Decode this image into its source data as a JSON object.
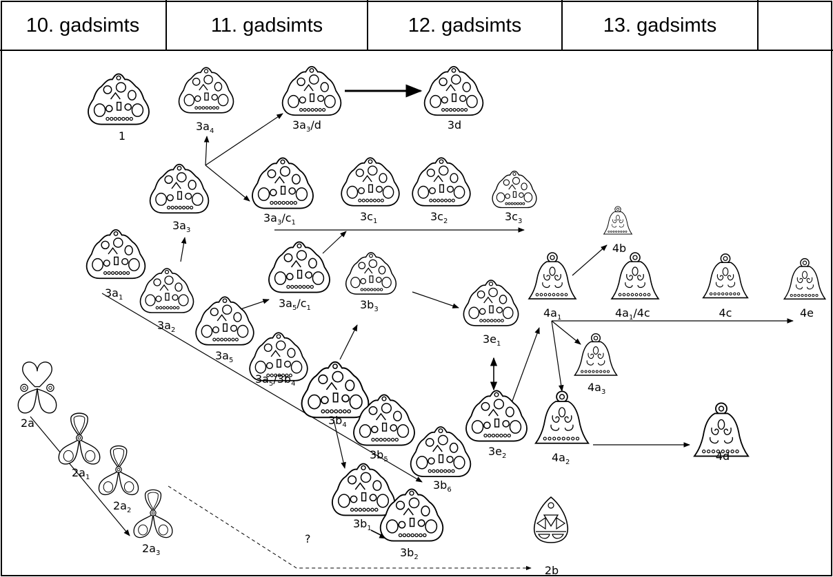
{
  "header": {
    "columns": [
      "10. gadsimts",
      "11. gadsimts",
      "12. gadsimts",
      "13. gadsimts",
      ""
    ]
  },
  "pendants": [
    {
      "id": "p1",
      "shape": "pendant-triangle",
      "label": "1"
    },
    {
      "id": "p3a4",
      "shape": "pendant-triangle",
      "label": "3a",
      "sub": "4"
    },
    {
      "id": "p3a3d",
      "shape": "pendant-triangle",
      "label": "3a",
      "sub": "3",
      "suffix": "/d"
    },
    {
      "id": "p3d",
      "shape": "pendant-triangle",
      "label": "3d"
    },
    {
      "id": "p3a3",
      "shape": "pendant-triangle",
      "label": "3a",
      "sub": "3"
    },
    {
      "id": "p3a3c1",
      "shape": "pendant-triangle",
      "label": "3a",
      "sub": "3",
      "suffix": "/c",
      "sub2": "1"
    },
    {
      "id": "p3c1",
      "shape": "pendant-triangle",
      "label": "3c",
      "sub": "1"
    },
    {
      "id": "p3c2",
      "shape": "pendant-triangle",
      "label": "3c",
      "sub": "2"
    },
    {
      "id": "p3c3",
      "shape": "pendant-triangle",
      "label": "3c",
      "sub": "3"
    },
    {
      "id": "p4b",
      "shape": "pendant-bell",
      "label": "4b"
    },
    {
      "id": "p3a1",
      "shape": "pendant-triangle",
      "label": "3a",
      "sub": "1"
    },
    {
      "id": "p3a2",
      "shape": "pendant-triangle",
      "label": "3a",
      "sub": "2"
    },
    {
      "id": "p3a5c1",
      "shape": "pendant-triangle",
      "label": "3a",
      "sub": "5",
      "suffix": "/c",
      "sub2": "1"
    },
    {
      "id": "p3b3",
      "shape": "pendant-triangle",
      "label": "3b",
      "sub": "3"
    },
    {
      "id": "p3e1",
      "shape": "pendant-triangle",
      "label": "3e",
      "sub": "1"
    },
    {
      "id": "p4a1",
      "shape": "pendant-bell",
      "label": "4a",
      "sub": "1"
    },
    {
      "id": "p4a1_4c",
      "shape": "pendant-bell",
      "label": "4a",
      "sub": "1",
      "suffix": "/4c"
    },
    {
      "id": "p4c",
      "shape": "pendant-bell",
      "label": "4c"
    },
    {
      "id": "p4e",
      "shape": "pendant-bell",
      "label": "4e"
    },
    {
      "id": "p3a5",
      "shape": "pendant-triangle",
      "label": "3a",
      "sub": "5"
    },
    {
      "id": "p3a5_3b4",
      "shape": "pendant-triangle",
      "label": "3a",
      "sub": "5",
      "suffix": "/3b",
      "sub2": "4"
    },
    {
      "id": "p4a3",
      "shape": "pendant-bell",
      "label": "4a",
      "sub": "3"
    },
    {
      "id": "p2a",
      "shape": "pendant-loop",
      "label": "2a"
    },
    {
      "id": "p3b4",
      "shape": "pendant-triangle",
      "label": "3b",
      "sub": "4"
    },
    {
      "id": "p3e2",
      "shape": "pendant-triangle",
      "label": "3e",
      "sub": "2"
    },
    {
      "id": "p4a2",
      "shape": "pendant-bell",
      "label": "4a",
      "sub": "2"
    },
    {
      "id": "p4d",
      "shape": "pendant-bell",
      "label": "4d"
    },
    {
      "id": "p2a1",
      "shape": "pendant-loop",
      "label": "2a",
      "sub": "1"
    },
    {
      "id": "p3b5",
      "shape": "pendant-triangle",
      "label": "3b",
      "sub": "5"
    },
    {
      "id": "p3b6",
      "shape": "pendant-triangle",
      "label": "3b",
      "sub": "6"
    },
    {
      "id": "p2a2",
      "shape": "pendant-loop",
      "label": "2a",
      "sub": "2"
    },
    {
      "id": "p3b1",
      "shape": "pendant-triangle",
      "label": "3b",
      "sub": "1"
    },
    {
      "id": "p2a3",
      "shape": "pendant-loop",
      "label": "2a",
      "sub": "3"
    },
    {
      "id": "p3b2",
      "shape": "pendant-triangle",
      "label": "3b",
      "sub": "2"
    },
    {
      "id": "p2b",
      "shape": "pendant-bell",
      "label": "2b"
    }
  ],
  "question_mark": "?"
}
